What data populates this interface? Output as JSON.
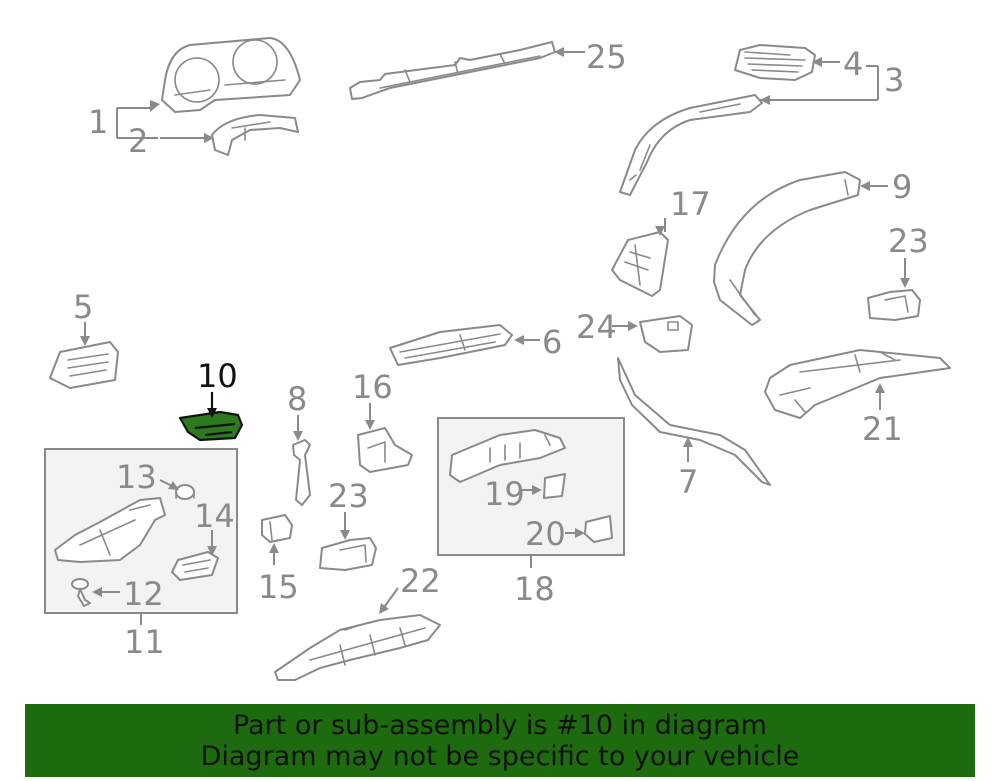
{
  "callouts": {
    "c1": "1",
    "c2": "2",
    "c3": "3",
    "c4": "4",
    "c5": "5",
    "c6": "6",
    "c7": "7",
    "c8": "8",
    "c9": "9",
    "c10": "10",
    "c11": "11",
    "c12": "12",
    "c13": "13",
    "c14": "14",
    "c15": "15",
    "c16": "16",
    "c17": "17",
    "c18": "18",
    "c19": "19",
    "c20": "20",
    "c21": "21",
    "c22": "22",
    "c23a": "23",
    "c23b": "23",
    "c24": "24",
    "c25": "25"
  },
  "highlight": {
    "part_number": "10",
    "color": "#2d7a1e"
  },
  "banner": {
    "line1": "Part or sub-assembly is #10 in diagram",
    "line2": "Diagram may not be specific to your vehicle",
    "background": "#1d6b0e"
  }
}
